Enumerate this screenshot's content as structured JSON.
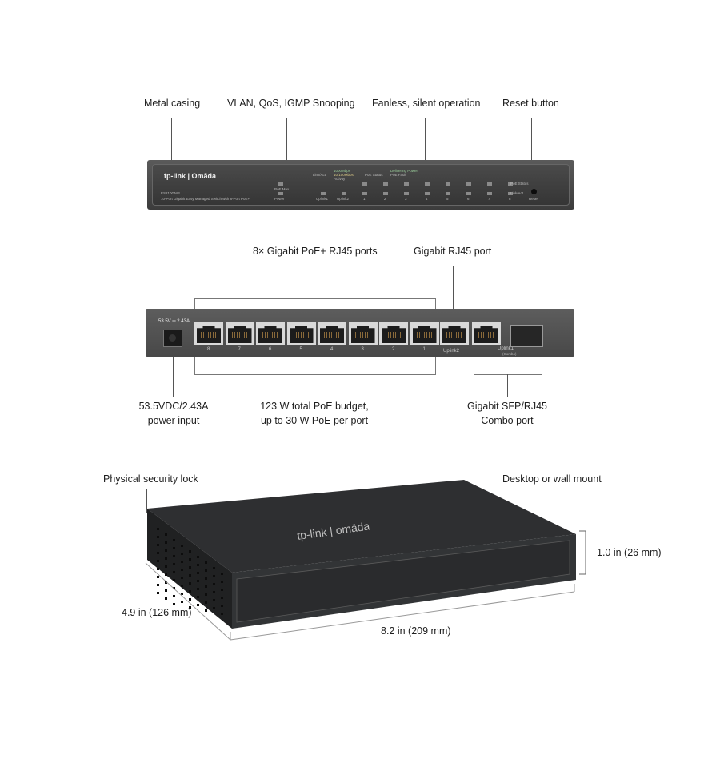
{
  "section1": {
    "callouts": [
      "Metal casing",
      "VLAN, QoS, IGMP Snooping",
      "Fanless, silent operation",
      "Reset button"
    ],
    "panel": {
      "brand": "tp-link | Omāda",
      "model": "ES210GMP",
      "description": "10-Port Gigabit Easy Managed Switch with 8-Port PoE+",
      "led_legend_1": [
        "1000Mbps",
        "10/100Mbps",
        "Activity"
      ],
      "led_legend_1_label": "Link/Act",
      "led_legend_2_label": "PoE Status",
      "led_legend_2": [
        "Delivering Power",
        "PoE Fault"
      ],
      "left_leds": [
        "PoE Max",
        "Power"
      ],
      "uplinks": [
        "Uplink1",
        "Uplink2"
      ],
      "ports": [
        "1",
        "2",
        "3",
        "4",
        "5",
        "6",
        "7",
        "8"
      ],
      "row_labels": [
        "PoE Status",
        "Link/Act"
      ],
      "reset": "Reset"
    }
  },
  "section2": {
    "top_callouts": [
      "8× Gigabit PoE+ RJ45 ports",
      "Gigabit RJ45 port"
    ],
    "bottom_callouts": [
      [
        "53.5VDC/2.43A",
        "power input"
      ],
      [
        "123 W total PoE budget,",
        "up to 30 W PoE per port"
      ],
      [
        "Gigabit SFP/RJ45",
        "Combo port"
      ]
    ],
    "rear": {
      "power_spec": "53.5V ═ 2.43A",
      "port_numbers": [
        "8",
        "7",
        "6",
        "5",
        "4",
        "3",
        "2",
        "1"
      ],
      "uplink2": "Uplink2",
      "uplink1": "Uplink1",
      "combo": "(Combo)"
    }
  },
  "section3": {
    "callouts": [
      "Physical security lock",
      "Desktop or wall mount"
    ],
    "dimensions": {
      "height": "1.0 in (26 mm)",
      "depth": "4.9 in (126 mm)",
      "width": "8.2 in (209 mm)"
    },
    "top_logo": "tp-link | omāda"
  }
}
